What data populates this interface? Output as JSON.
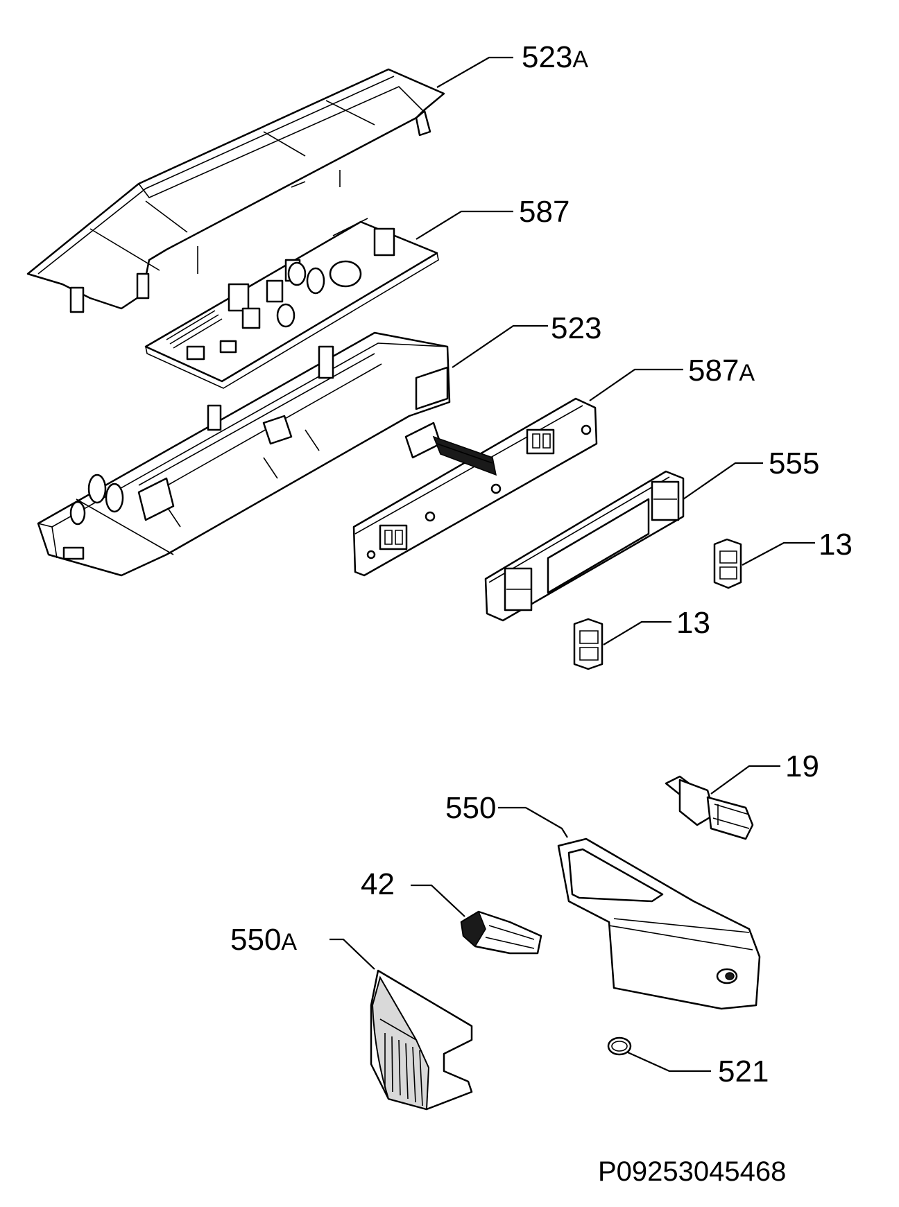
{
  "labels": {
    "p523A": "523",
    "p523A_suffix": "A",
    "p587": "587",
    "p523": "523",
    "p587A": "587",
    "p587A_suffix": "A",
    "p555": "555",
    "p13a": "13",
    "p13b": "13",
    "p19": "19",
    "p550": "550",
    "p42": "42",
    "p550A": "550",
    "p550A_suffix": "A",
    "p521": "521"
  },
  "drawing_code": "P09253045468"
}
